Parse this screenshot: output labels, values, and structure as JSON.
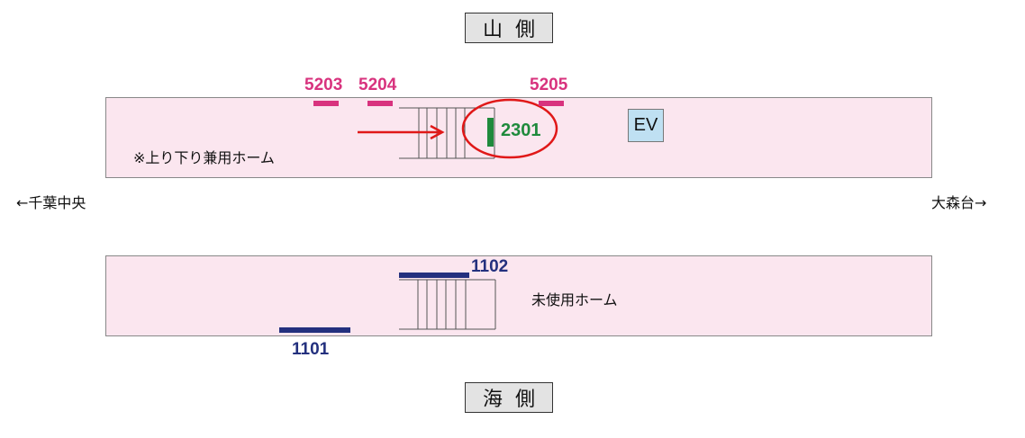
{
  "mountain_side": "山側",
  "sea_side": "海側",
  "left_direction": "←千葉中央",
  "right_direction": "大森台→",
  "upper_platform": {
    "note": "※上り下り兼用ホーム",
    "ev_label": "EV",
    "markers": [
      {
        "id": "5203"
      },
      {
        "id": "5204"
      },
      {
        "id": "5205"
      }
    ],
    "highlight": {
      "id": "2301"
    }
  },
  "lower_platform": {
    "note": "未使用ホーム",
    "markers": [
      {
        "id": "1102"
      },
      {
        "id": "1101"
      }
    ]
  },
  "colors": {
    "platform": "#fbe6ef",
    "magenta": "#d8337e",
    "green": "#1f8a3c",
    "navy": "#23307e",
    "red": "#e01818",
    "ev": "#bfe0f2"
  }
}
